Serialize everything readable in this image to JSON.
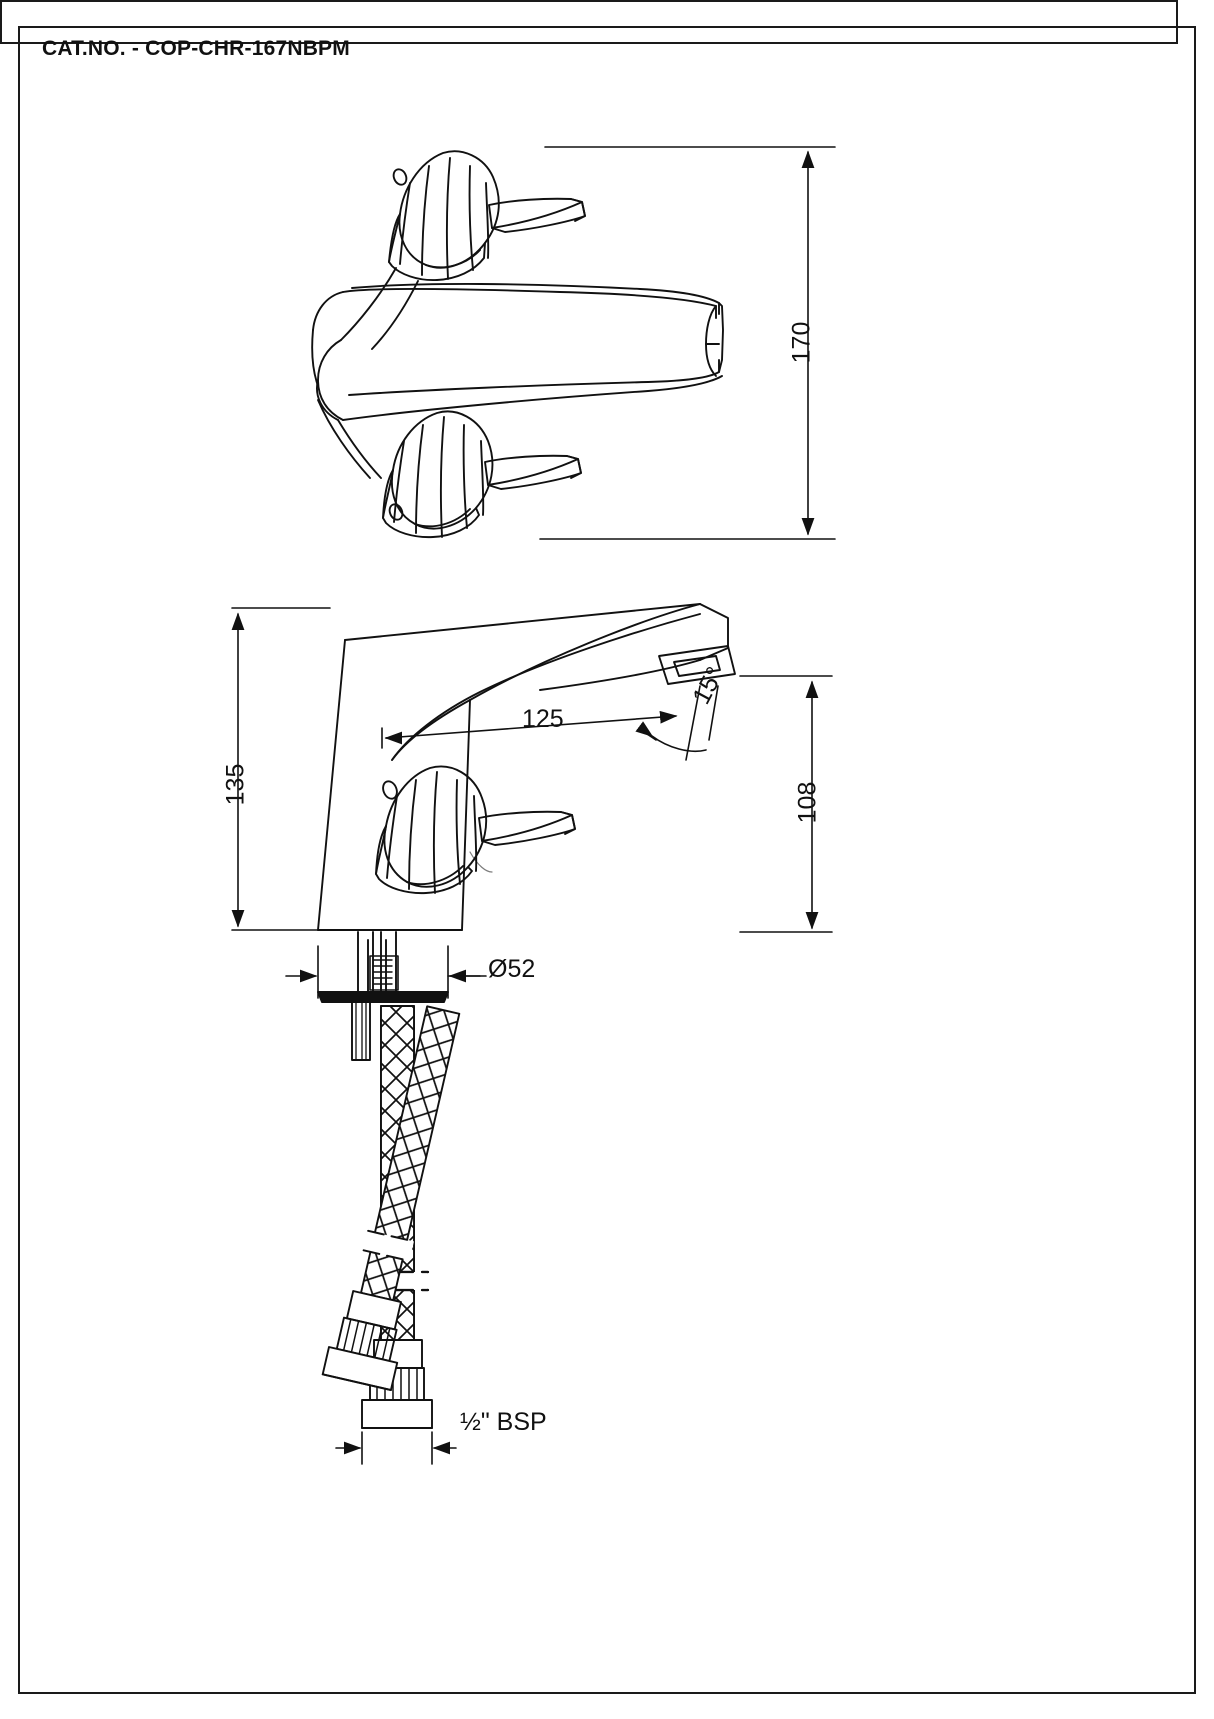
{
  "title_block": {
    "catalogue_label": "CAT.NO. - COP-CHR-167NBPM"
  },
  "drawing": {
    "product": "single-lever-basin-mixer",
    "views": [
      {
        "name": "top-view",
        "label": ""
      },
      {
        "name": "front-view",
        "label": ""
      }
    ]
  },
  "dimensions": {
    "top_view_width": "170",
    "overall_height": "135",
    "spout_reach": "125",
    "spout_height": "108",
    "angle": "15°",
    "base_diameter": "Ø52",
    "inlet_thread": "½\" BSP"
  },
  "colors": {
    "line": "#111111",
    "frame": "#1a1a1a",
    "background": "#ffffff"
  }
}
